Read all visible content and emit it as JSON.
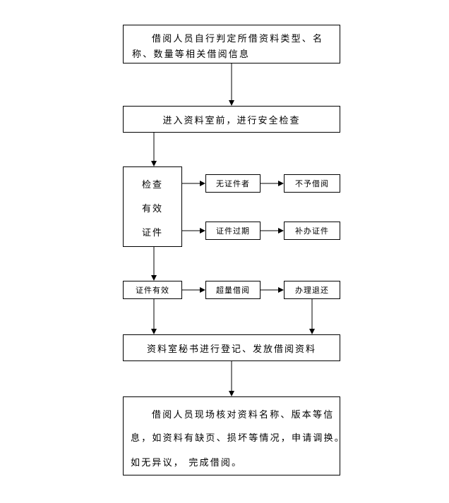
{
  "nodes": {
    "step1": [
      "借阅人员自行判定所借资料类型、名",
      "称、数量等相关借阅信息"
    ],
    "step2": "进入资料室前，进行安全检查",
    "check": [
      "检查",
      "有效",
      "证件"
    ],
    "no_id": "无证件者",
    "no_lend": "不予借阅",
    "expired": "证件过期",
    "renew": "补办证件",
    "valid": "证件有效",
    "over_limit": "超量借阅",
    "return": "办理退还",
    "step4": "资料室秘书进行登记、发放借阅资料",
    "step5": [
      "借阅人员现场核对资料名称、版本等信",
      "息，如资料有缺页、损坏等情况，申请调换。",
      "如无异议，  完成借阅。"
    ]
  }
}
